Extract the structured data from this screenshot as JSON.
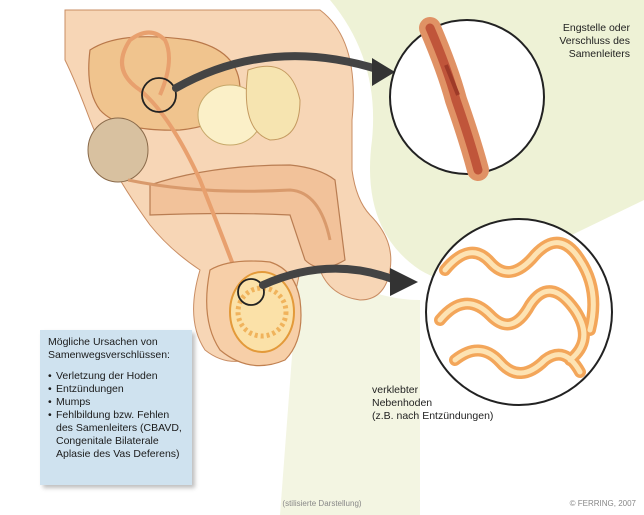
{
  "callouts": {
    "top": [
      "Engstelle oder",
      "Verschluss des",
      "Samenleiters"
    ],
    "bottom": [
      "verklebter",
      "Nebenhoden",
      "(z.B. nach Entzündungen)"
    ]
  },
  "info_box": {
    "title": [
      "Mögliche Ursachen von",
      "Samenwegsverschlüssen:"
    ],
    "items": [
      [
        "Verletzung der Hoden"
      ],
      [
        "Entzündungen"
      ],
      [
        "Mumps"
      ],
      [
        "Fehlbildung bzw. Fehlen",
        "des Samenleiters (CBAVD,",
        "Congenitale Bilaterale",
        "Aplasie des Vas Deferens)"
      ]
    ]
  },
  "caption": "(stilisierte Darstellung)",
  "copyright": "© FERRING, 2007",
  "colors": {
    "background_blob": "#eef2d6",
    "skin": "#f5c9a0",
    "tissue": "#eab98a",
    "vas_deferens": "#e8a06e",
    "epididymis": "#f3a65a",
    "info_box": "#cfe2ef",
    "arrow": "#444444"
  }
}
